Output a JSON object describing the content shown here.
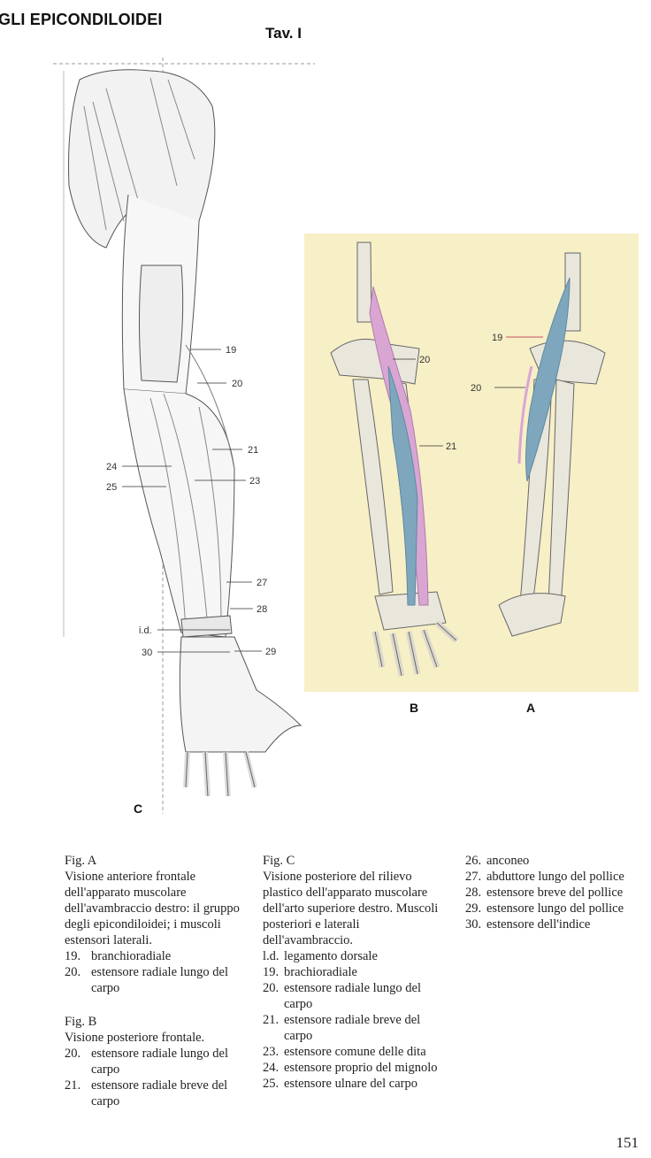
{
  "header": {
    "chapter_title": "GLI EPICONDILOIDEI",
    "plate_label": "Tav. I"
  },
  "figures": {
    "C": {
      "letter": "C",
      "labels": [
        "19",
        "20",
        "21",
        "23",
        "24",
        "25",
        "27",
        "28",
        "i.d.",
        "30",
        "29"
      ]
    },
    "B": {
      "letter": "B",
      "labels": [
        "20",
        "21"
      ]
    },
    "A": {
      "letter": "A",
      "labels": [
        "19",
        "20"
      ]
    },
    "colors": {
      "panel_bg": "#f7efc6",
      "muscle_pink": "#d9a6d4",
      "muscle_blue": "#7ea7bd",
      "bone": "#e9e6dc"
    }
  },
  "captions": {
    "col1": {
      "figA": {
        "title": "Fig. A",
        "desc": "Visione anteriore frontale dell'apparato muscolare dell'avambraccio destro: il gruppo degli epicondiloidei; i muscoli estensori laterali.",
        "items": [
          {
            "num": "19.",
            "text": "branchioradiale"
          },
          {
            "num": "20.",
            "text": "estensore radiale lungo del carpo"
          }
        ]
      },
      "figB": {
        "title": "Fig. B",
        "desc": "Visione posteriore frontale.",
        "items": [
          {
            "num": "20.",
            "text": "estensore radiale lungo del carpo"
          },
          {
            "num": "21.",
            "text": "estensore radiale breve del carpo"
          }
        ]
      }
    },
    "col2": {
      "figC": {
        "title": "Fig. C",
        "desc": "Visione posteriore del rilievo plastico dell'apparato muscolare dell'arto superiore destro. Muscoli posteriori e laterali dell'avambraccio.",
        "items": [
          {
            "num": "l.d.",
            "text": "legamento dorsale"
          },
          {
            "num": "19.",
            "text": "brachioradiale"
          },
          {
            "num": "20.",
            "text": "estensore radiale lungo del carpo"
          },
          {
            "num": "21.",
            "text": "estensore radiale breve del carpo"
          },
          {
            "num": "23.",
            "text": "estensore comune delle dita"
          },
          {
            "num": "24.",
            "text": "estensore proprio del mignolo"
          },
          {
            "num": "25.",
            "text": "estensore ulnare del carpo"
          }
        ]
      }
    },
    "col3": {
      "items": [
        {
          "num": "26.",
          "text": "anconeo"
        },
        {
          "num": "27.",
          "text": "abduttore lungo del pollice"
        },
        {
          "num": "28.",
          "text": "estensore breve del pollice"
        },
        {
          "num": "29.",
          "text": "estensore lungo del pollice"
        },
        {
          "num": "30.",
          "text": "estensore dell'indice"
        }
      ]
    }
  },
  "page_number": "151"
}
